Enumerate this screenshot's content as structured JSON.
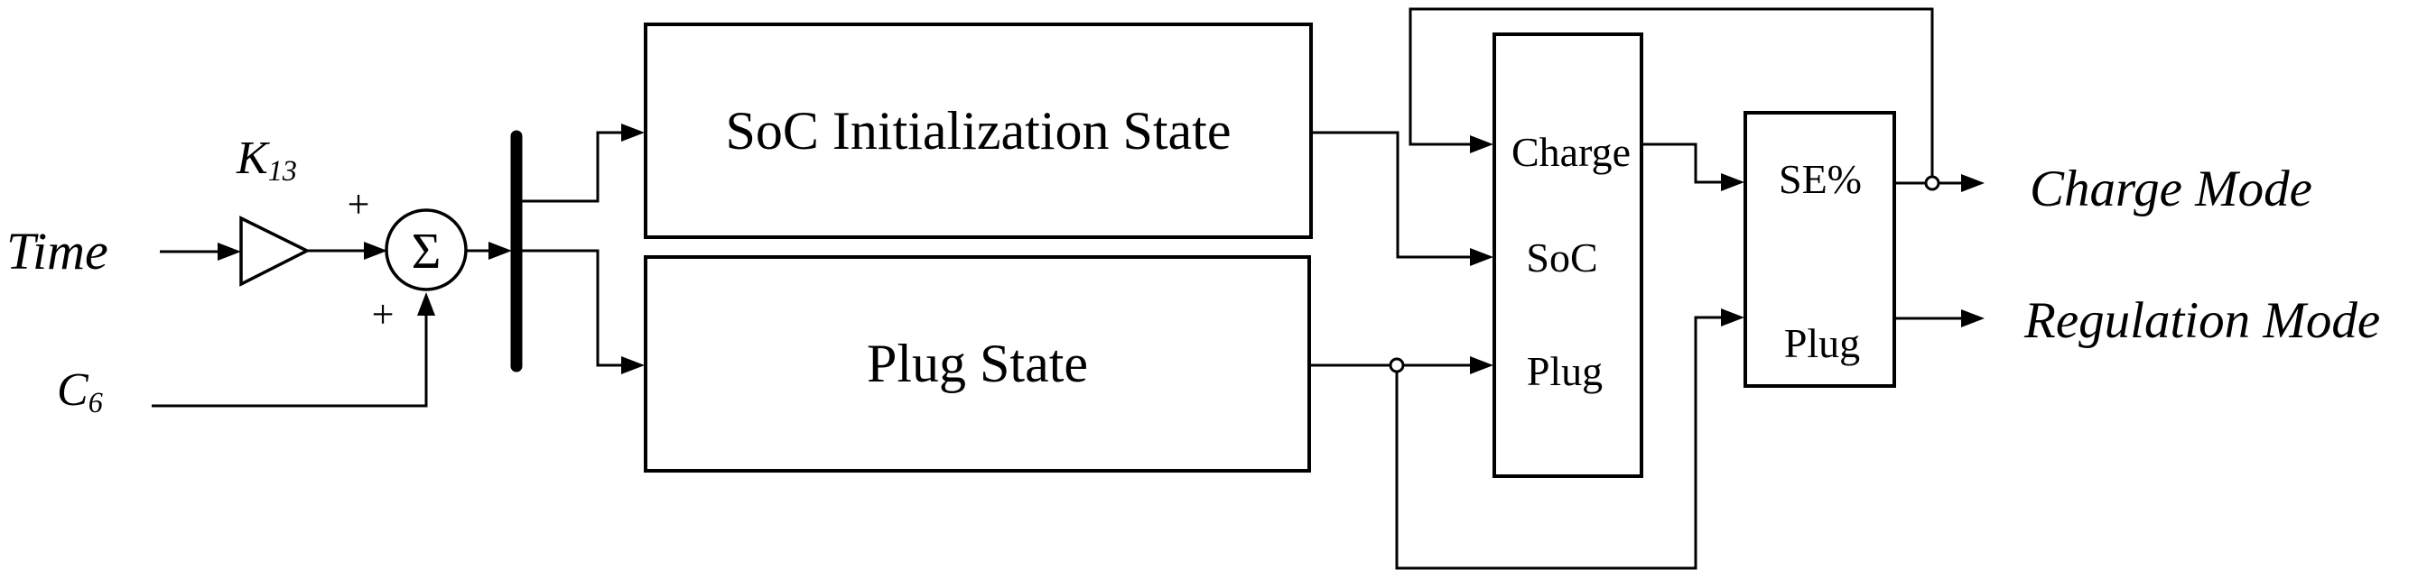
{
  "figure": {
    "background": "#ffffff",
    "line_color": "#000000",
    "labels": {
      "time": "Time",
      "c_base": "C",
      "c_sub": "6",
      "gain_base": "K",
      "gain_sub": "13",
      "sum_symbol": "Σ",
      "plus_top": "+",
      "plus_bottom": "+",
      "soc_init_block": "SoC Initialization State",
      "plug_state_block": "Plug State",
      "chart_inputs": [
        "Charge",
        "SoC",
        "Plug"
      ],
      "mode_ports": [
        "SE%",
        "Plug"
      ],
      "output_charge": "Charge Mode",
      "output_regulation": "Regulation Mode"
    }
  }
}
